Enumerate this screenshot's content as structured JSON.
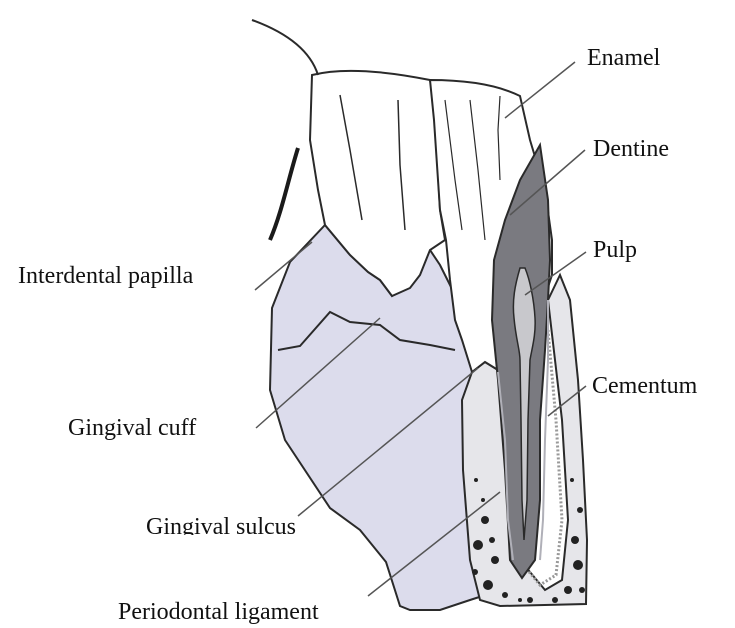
{
  "labels": {
    "enamel": "Enamel",
    "dentine": "Dentine",
    "pulp": "Pulp",
    "interdental_papilla": "Interdental papilla",
    "cementum": "Cementum",
    "gingival_cuff": "Gingival cuff",
    "gingival_sulcus": "Gingival sulcus",
    "periodontal_ligament": "Periodontal ligament"
  },
  "colors": {
    "gingiva": "#dcdcec",
    "dentine": "#7a7a80",
    "pulp": "#c8c8cc",
    "bone": "#e6e6ea",
    "outline": "#2a2a2a",
    "leader": "#555555"
  }
}
